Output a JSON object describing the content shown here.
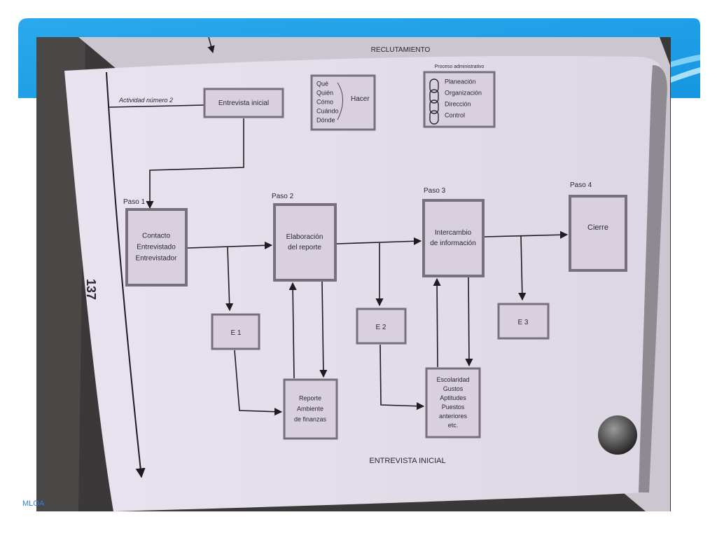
{
  "slide": {
    "footer": "MLOA",
    "accent_color": "#1ea7ea"
  },
  "diagram": {
    "header": "RECLUTAMIENTO",
    "page_number": "137",
    "activity_label": "Actividad número 2",
    "start_box": "Entrevista inicial",
    "questions": {
      "items": [
        "Qué",
        "Quién",
        "Cómo",
        "Cuándo",
        "Dónde"
      ],
      "target": "Hacer"
    },
    "process": {
      "title": "Proceso administrativo",
      "items": [
        "Planeación",
        "Organización",
        "Dirección",
        "Control"
      ]
    },
    "steps": [
      {
        "label": "Paso 1",
        "lines": [
          "Contacto",
          "Entrevistado",
          "Entrevistador"
        ]
      },
      {
        "label": "Paso 2",
        "lines": [
          "Elaboración",
          "del reporte"
        ]
      },
      {
        "label": "Paso 3",
        "lines": [
          "Intercambio",
          "de información"
        ]
      },
      {
        "label": "Paso 4",
        "lines": [
          "Cierre"
        ]
      }
    ],
    "evaluations": [
      "E 1",
      "E 2",
      "E 3"
    ],
    "report_box": [
      "Reporte",
      "Ambiente",
      "de finanzas"
    ],
    "info_box": [
      "Escolaridad",
      "Gustos",
      "Aptitudes",
      "Puestos",
      "anteriores",
      "etc."
    ],
    "footer_title": "ENTREVISTA INICIAL"
  }
}
